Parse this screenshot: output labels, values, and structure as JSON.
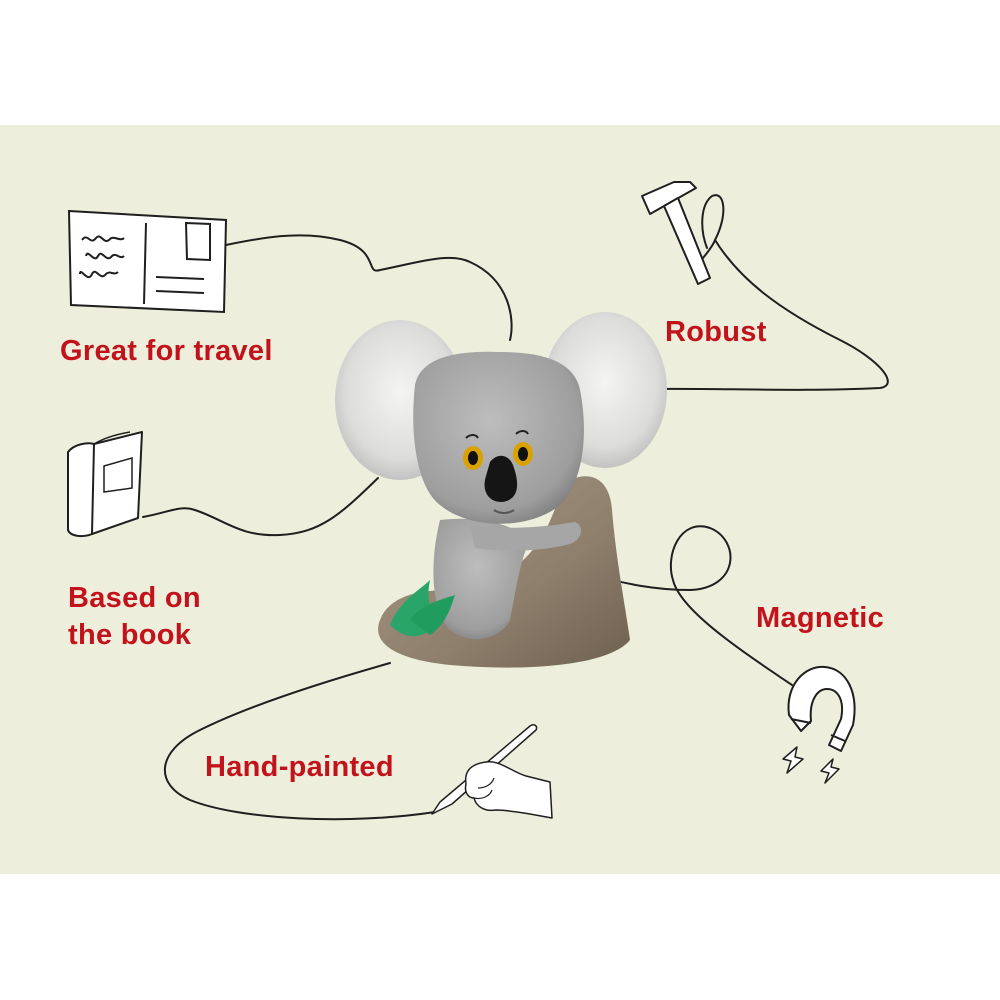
{
  "colors": {
    "background": "#ffffff",
    "panel": "#edeedb",
    "label": "#c2131c",
    "line": "#1f1f1f"
  },
  "product": {
    "name": "koala-figure",
    "icon": "koala-figurine"
  },
  "features": [
    {
      "id": "travel",
      "label": "Great for travel",
      "icon": "postcard-icon"
    },
    {
      "id": "robust",
      "label": "Robust",
      "icon": "hammer-icon"
    },
    {
      "id": "book",
      "label_line1": "Based on",
      "label_line2": "the book",
      "icon": "book-icon"
    },
    {
      "id": "magnetic",
      "label": "Magnetic",
      "icon": "magnet-icon"
    },
    {
      "id": "painted",
      "label": "Hand-painted",
      "icon": "hand-brush-icon"
    }
  ]
}
